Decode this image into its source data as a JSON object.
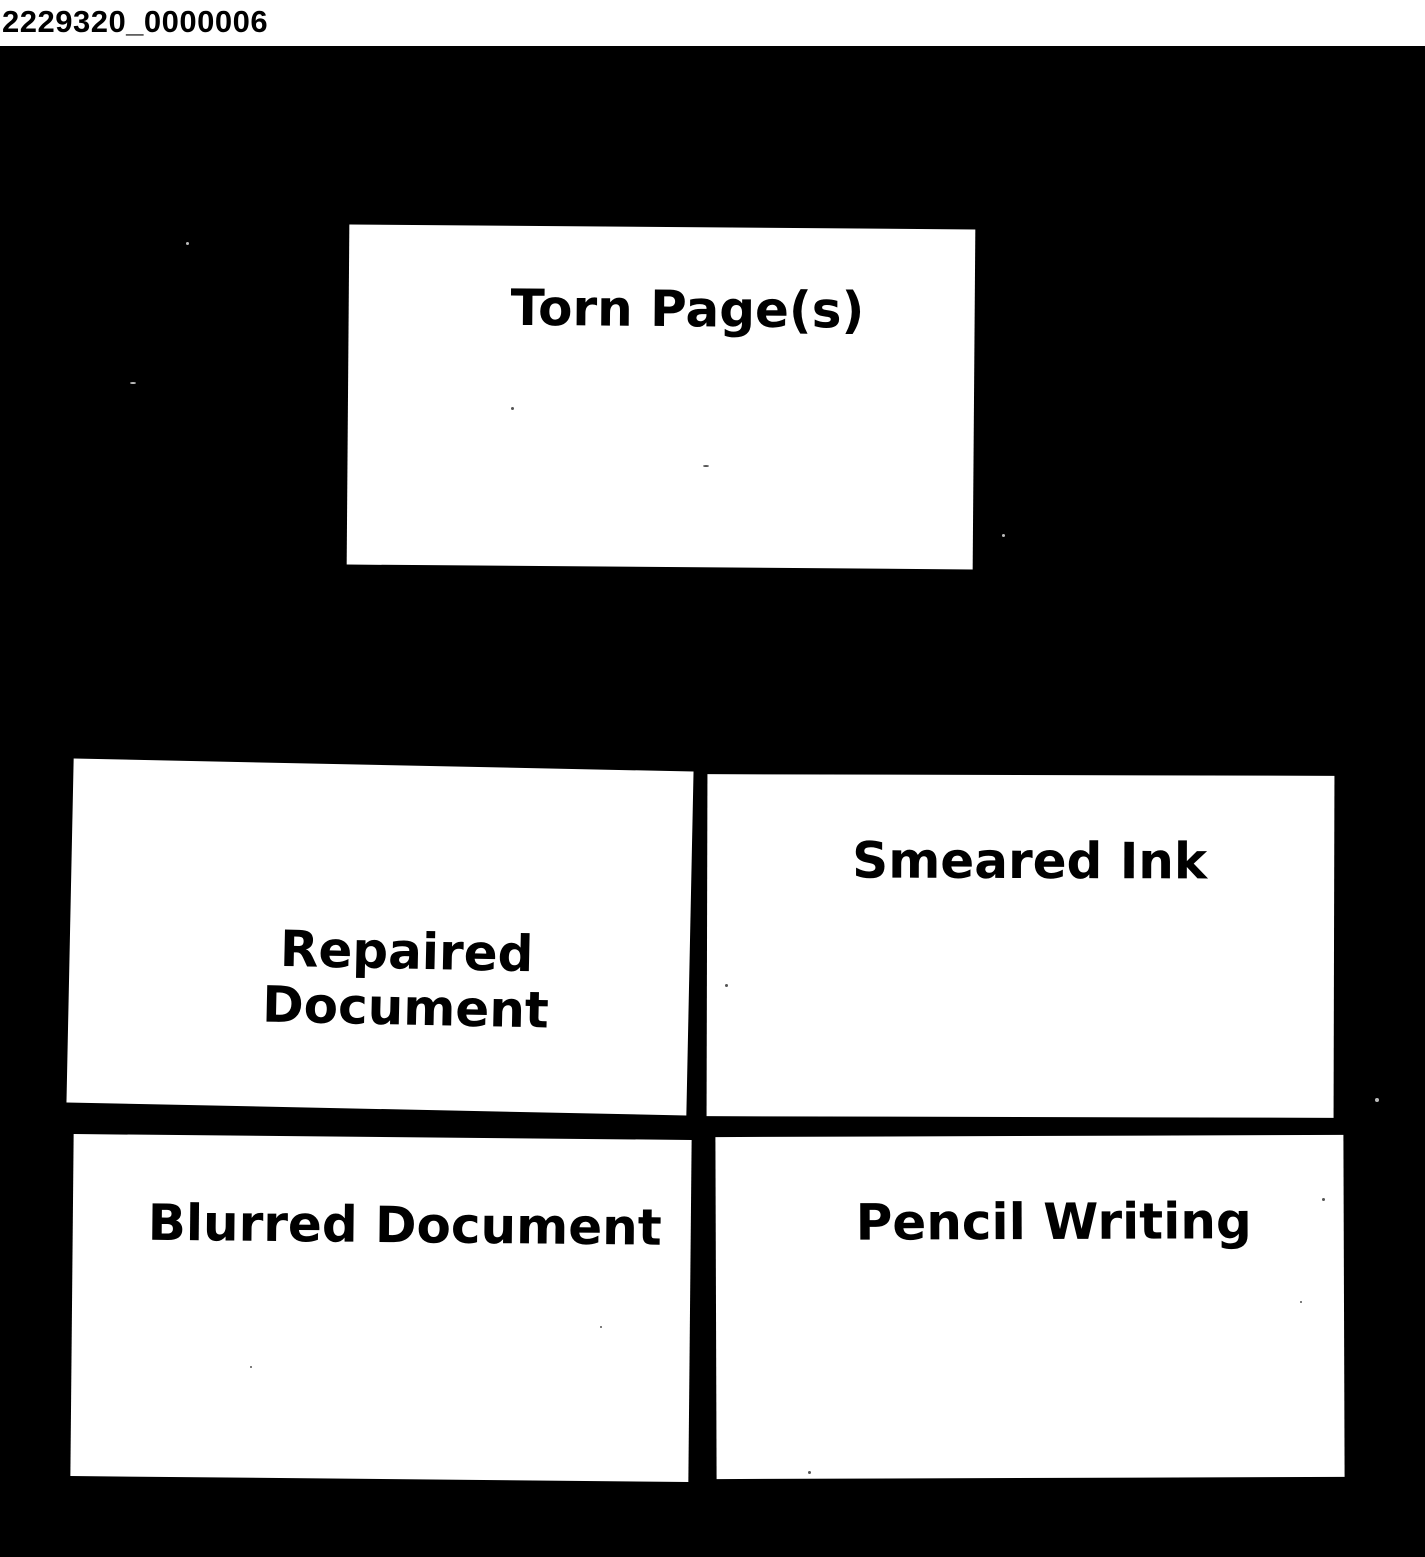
{
  "document_id": "2229320_0000006",
  "cards": [
    {
      "label_lines": [
        "Torn Page(s)"
      ]
    },
    {
      "label_lines": [
        "Repaired",
        "Document"
      ]
    },
    {
      "label_lines": [
        "Smeared Ink"
      ]
    },
    {
      "label_lines": [
        "Blurred Document"
      ]
    },
    {
      "label_lines": [
        "Pencil Writing"
      ]
    }
  ],
  "colors": {
    "background": "#000000",
    "card": "#ffffff",
    "text": "#000000"
  }
}
